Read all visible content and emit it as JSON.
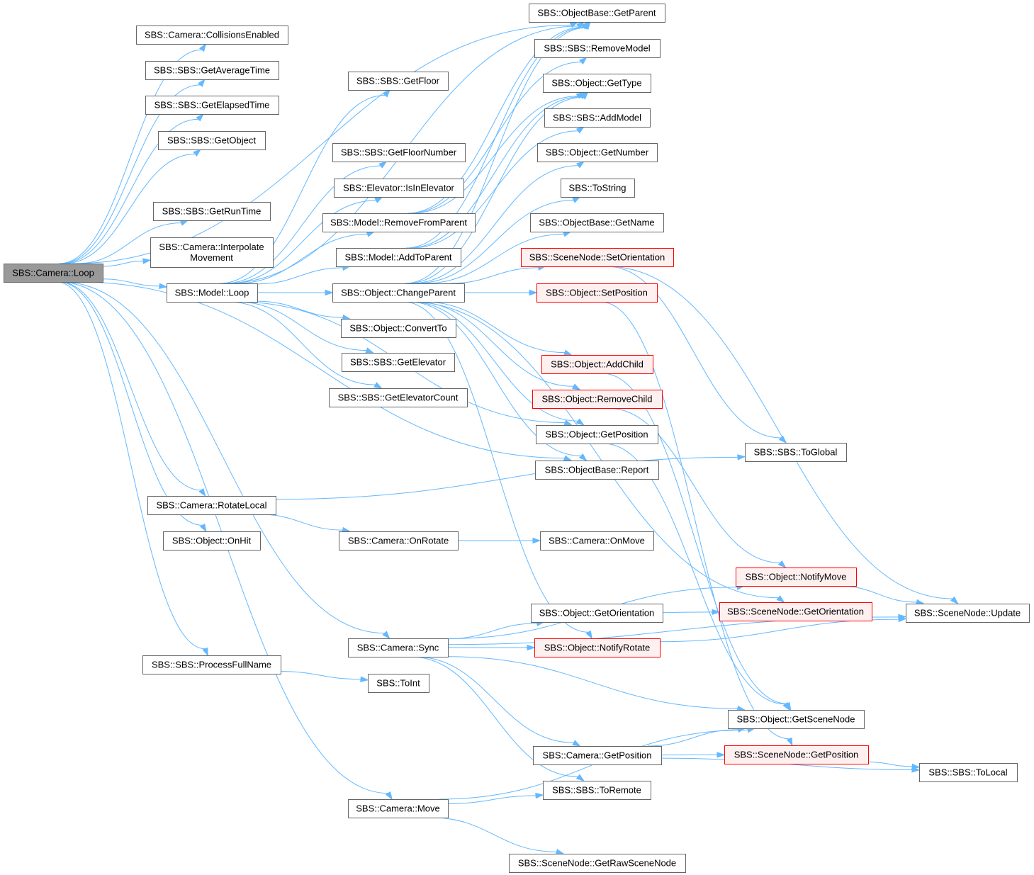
{
  "colors": {
    "edge": "#63b8ff",
    "node_border": "#666666",
    "root_fill": "#999999",
    "truncated_border": "#ff0000",
    "truncated_fill": "#fff0f0"
  },
  "nodes": {
    "loop": {
      "label": [
        "SBS::Camera::Loop"
      ],
      "kind": "root"
    },
    "collisions": {
      "label": [
        "SBS::Camera::CollisionsEnabled"
      ]
    },
    "avgtime": {
      "label": [
        "SBS::SBS::GetAverageTime"
      ]
    },
    "elapsed": {
      "label": [
        "SBS::SBS::GetElapsedTime"
      ]
    },
    "getobject": {
      "label": [
        "SBS::SBS::GetObject"
      ]
    },
    "runtime": {
      "label": [
        "SBS::SBS::GetRunTime"
      ]
    },
    "interp": {
      "label": [
        "SBS::Camera::Interpolate",
        "Movement"
      ]
    },
    "modelloop": {
      "label": [
        "SBS::Model::Loop"
      ]
    },
    "rotatelocal": {
      "label": [
        "SBS::Camera::RotateLocal"
      ]
    },
    "onhit": {
      "label": [
        "SBS::Object::OnHit"
      ]
    },
    "processfull": {
      "label": [
        "SBS::SBS::ProcessFullName"
      ]
    },
    "getfloor": {
      "label": [
        "SBS::SBS::GetFloor"
      ]
    },
    "getfloornum": {
      "label": [
        "SBS::SBS::GetFloorNumber"
      ]
    },
    "isinelev": {
      "label": [
        "SBS::Elevator::IsInElevator"
      ]
    },
    "removefromparent": {
      "label": [
        "SBS::Model::RemoveFromParent"
      ]
    },
    "addtoparent": {
      "label": [
        "SBS::Model::AddToParent"
      ]
    },
    "changeparent": {
      "label": [
        "SBS::Object::ChangeParent"
      ]
    },
    "convertto": {
      "label": [
        "SBS::Object::ConvertTo"
      ]
    },
    "getelevator": {
      "label": [
        "SBS::SBS::GetElevator"
      ]
    },
    "getelevcount": {
      "label": [
        "SBS::SBS::GetElevatorCount"
      ]
    },
    "onrotate": {
      "label": [
        "SBS::Camera::OnRotate"
      ]
    },
    "sync": {
      "label": [
        "SBS::Camera::Sync"
      ]
    },
    "toint": {
      "label": [
        "SBS::ToInt"
      ]
    },
    "move": {
      "label": [
        "SBS::Camera::Move"
      ]
    },
    "getparent": {
      "label": [
        "SBS::ObjectBase::GetParent"
      ]
    },
    "removemodel": {
      "label": [
        "SBS::SBS::RemoveModel"
      ]
    },
    "gettype": {
      "label": [
        "SBS::Object::GetType"
      ]
    },
    "addmodel": {
      "label": [
        "SBS::SBS::AddModel"
      ]
    },
    "getnumber": {
      "label": [
        "SBS::Object::GetNumber"
      ]
    },
    "tostring": {
      "label": [
        "SBS::ToString"
      ]
    },
    "getname": {
      "label": [
        "SBS::ObjectBase::GetName"
      ]
    },
    "sn_setorient": {
      "label": [
        "SBS::SceneNode::SetOrientation"
      ],
      "kind": "red"
    },
    "obj_setpos": {
      "label": [
        "SBS::Object::SetPosition"
      ],
      "kind": "red"
    },
    "addchild": {
      "label": [
        "SBS::Object::AddChild"
      ],
      "kind": "red"
    },
    "removechild": {
      "label": [
        "SBS::Object::RemoveChild"
      ],
      "kind": "red"
    },
    "obj_getpos": {
      "label": [
        "SBS::Object::GetPosition"
      ]
    },
    "report": {
      "label": [
        "SBS::ObjectBase::Report"
      ]
    },
    "cam_onmove": {
      "label": [
        "SBS::Camera::OnMove"
      ]
    },
    "getorient": {
      "label": [
        "SBS::Object::GetOrientation"
      ]
    },
    "notifyrotate": {
      "label": [
        "SBS::Object::NotifyRotate"
      ],
      "kind": "red"
    },
    "toremote": {
      "label": [
        "SBS::SBS::ToRemote"
      ]
    },
    "cam_getpos": {
      "label": [
        "SBS::Camera::GetPosition"
      ]
    },
    "getrawscenenode": {
      "label": [
        "SBS::SceneNode::GetRawSceneNode"
      ]
    },
    "toglobal": {
      "label": [
        "SBS::SBS::ToGlobal"
      ]
    },
    "notifymove": {
      "label": [
        "SBS::Object::NotifyMove"
      ],
      "kind": "red"
    },
    "sn_getorient": {
      "label": [
        "SBS::SceneNode::GetOrientation"
      ],
      "kind": "red"
    },
    "getscenenode": {
      "label": [
        "SBS::Object::GetSceneNode"
      ]
    },
    "sn_getpos": {
      "label": [
        "SBS::SceneNode::GetPosition"
      ],
      "kind": "red"
    },
    "sn_update": {
      "label": [
        "SBS::SceneNode::Update"
      ]
    },
    "tolocal": {
      "label": [
        "SBS::SBS::ToLocal"
      ]
    }
  },
  "edges": [
    [
      "loop",
      "collisions"
    ],
    [
      "loop",
      "avgtime"
    ],
    [
      "loop",
      "elapsed"
    ],
    [
      "loop",
      "getobject"
    ],
    [
      "loop",
      "getparent"
    ],
    [
      "loop",
      "runtime"
    ],
    [
      "loop",
      "interp"
    ],
    [
      "loop",
      "modelloop"
    ],
    [
      "loop",
      "rotatelocal"
    ],
    [
      "loop",
      "onhit"
    ],
    [
      "loop",
      "processfull"
    ],
    [
      "loop",
      "sync"
    ],
    [
      "loop",
      "move"
    ],
    [
      "loop",
      "report"
    ],
    [
      "modelloop",
      "getfloor"
    ],
    [
      "modelloop",
      "getfloornum"
    ],
    [
      "modelloop",
      "isinelev"
    ],
    [
      "modelloop",
      "removefromparent"
    ],
    [
      "modelloop",
      "addtoparent"
    ],
    [
      "modelloop",
      "changeparent"
    ],
    [
      "modelloop",
      "convertto"
    ],
    [
      "modelloop",
      "getelevator"
    ],
    [
      "modelloop",
      "getelevcount"
    ],
    [
      "modelloop",
      "getparent"
    ],
    [
      "modelloop",
      "obj_getpos"
    ],
    [
      "removefromparent",
      "getparent"
    ],
    [
      "removefromparent",
      "removemodel"
    ],
    [
      "removefromparent",
      "gettype"
    ],
    [
      "addtoparent",
      "getparent"
    ],
    [
      "addtoparent",
      "gettype"
    ],
    [
      "addtoparent",
      "addmodel"
    ],
    [
      "changeparent",
      "getparent"
    ],
    [
      "changeparent",
      "gettype"
    ],
    [
      "changeparent",
      "getnumber"
    ],
    [
      "changeparent",
      "tostring"
    ],
    [
      "changeparent",
      "getname"
    ],
    [
      "changeparent",
      "sn_setorient"
    ],
    [
      "changeparent",
      "obj_setpos"
    ],
    [
      "changeparent",
      "addchild"
    ],
    [
      "changeparent",
      "removechild"
    ],
    [
      "changeparent",
      "obj_getpos"
    ],
    [
      "changeparent",
      "report"
    ],
    [
      "changeparent",
      "notifyrotate"
    ],
    [
      "changeparent",
      "sn_getorient"
    ],
    [
      "rotatelocal",
      "onrotate"
    ],
    [
      "rotatelocal",
      "toglobal"
    ],
    [
      "onrotate",
      "cam_onmove"
    ],
    [
      "processfull",
      "toint"
    ],
    [
      "sync",
      "notifymove"
    ],
    [
      "sync",
      "getorient"
    ],
    [
      "sync",
      "notifyrotate"
    ],
    [
      "sync",
      "sn_update"
    ],
    [
      "sync",
      "getscenenode"
    ],
    [
      "sync",
      "cam_getpos"
    ],
    [
      "sync",
      "toremote"
    ],
    [
      "move",
      "toremote"
    ],
    [
      "move",
      "getrawscenenode"
    ],
    [
      "move",
      "getscenenode"
    ],
    [
      "sn_setorient",
      "toglobal"
    ],
    [
      "sn_setorient",
      "sn_update"
    ],
    [
      "obj_setpos",
      "sn_getpos"
    ],
    [
      "addchild",
      "getscenenode"
    ],
    [
      "removechild",
      "notifymove"
    ],
    [
      "obj_getpos",
      "getscenenode"
    ],
    [
      "getorient",
      "sn_getorient"
    ],
    [
      "notifyrotate",
      "sn_update"
    ],
    [
      "notifymove",
      "sn_update"
    ],
    [
      "cam_getpos",
      "getscenenode"
    ],
    [
      "cam_getpos",
      "sn_getpos"
    ],
    [
      "cam_getpos",
      "tolocal"
    ],
    [
      "sn_getpos",
      "tolocal"
    ]
  ]
}
